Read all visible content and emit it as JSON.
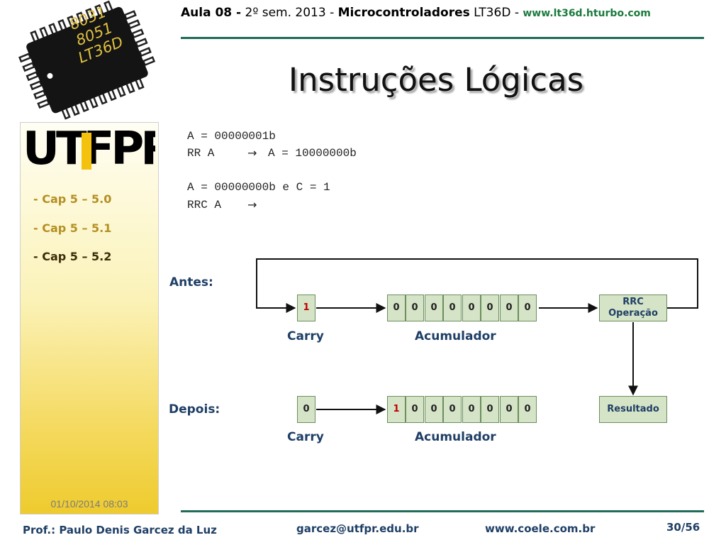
{
  "header": {
    "aula": "Aula 08 -",
    "semester": "2º sem. 2013 -",
    "course": "Microcontroladores",
    "code": "LT36D -",
    "site": "www.lt36d.hturbo.com"
  },
  "logo_chip": {
    "lines": [
      "8031",
      "8051",
      "LT36D"
    ]
  },
  "logo_utfpr": {
    "text": "UTFPR"
  },
  "title": "Instruções Lógicas",
  "sidebar": {
    "items": [
      {
        "label": "- Cap 5 – 5.0",
        "active": false
      },
      {
        "label": "- Cap 5 – 5.1",
        "active": false
      },
      {
        "label": "- Cap 5 – 5.2",
        "active": true
      }
    ],
    "date": "01/10/2014 08:03"
  },
  "code": {
    "line1": "A = 00000001b",
    "line2a": "RR A",
    "line2b": "A = 10000000b",
    "line3": "A = 00000000b e C = 1",
    "line4": "RRC A"
  },
  "diagram": {
    "before_label": "Antes:",
    "after_label": "Depois:",
    "carry_label": "Carry",
    "acc_label": "Acumulador",
    "before_carry": "1",
    "before_bits": [
      "0",
      "0",
      "0",
      "0",
      "0",
      "0",
      "0",
      "0"
    ],
    "op_line1": "RRC",
    "op_line2": "Operação",
    "after_carry": "0",
    "after_bits": [
      "1",
      "0",
      "0",
      "0",
      "0",
      "0",
      "0",
      "0"
    ],
    "result_label": "Resultado",
    "colors": {
      "cell_fill": "#d5e3c6",
      "cell_border": "#6b8f5e",
      "label": "#1f3f66",
      "highlight": "#c00000"
    }
  },
  "footer": {
    "author": "Prof.: Paulo Denis Garcez da Luz",
    "email": "garcez@utfpr.edu.br",
    "site": "www.coele.com.br",
    "page": "30/56"
  }
}
